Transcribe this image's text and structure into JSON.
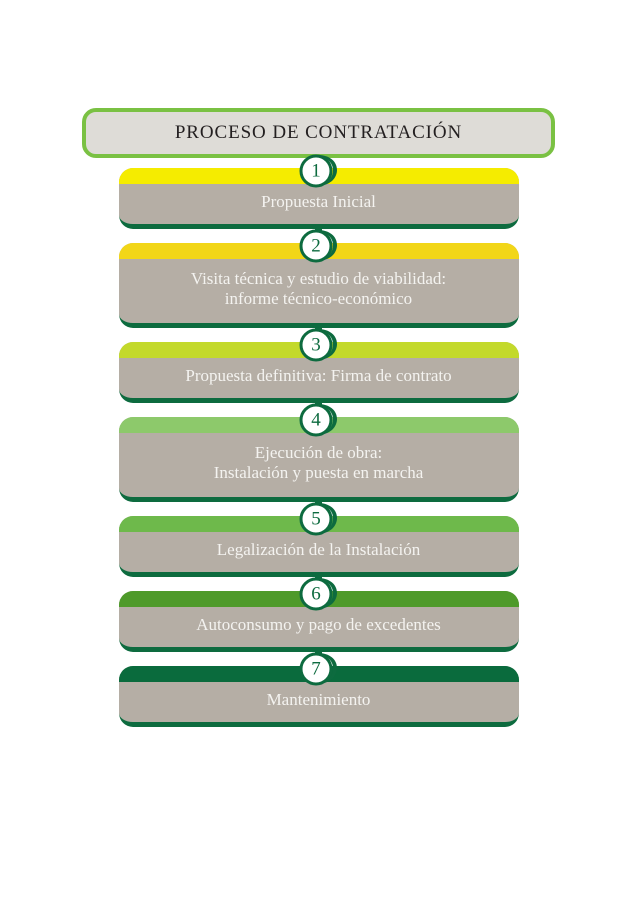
{
  "header": {
    "title": "PROCESO DE CONTRATACIÓN",
    "border_color": "#7ac143",
    "fill_color": "#dedcd7",
    "text_color": "#231f20"
  },
  "theme": {
    "box_fill": "#b5aea5",
    "box_edge": "#0d6b3f",
    "label_color": "#f4f3f0",
    "badge_ring": "#0d6b3f",
    "badge_fill": "#ffffff",
    "connector_color": "#0d6b3f"
  },
  "steps": [
    {
      "number": "1",
      "label": "Propuesta Inicial",
      "cap_color": "#f5ec00",
      "lines": 1
    },
    {
      "number": "2",
      "label": "Visita técnica y estudio de viabilidad:\ninforme técnico-económico",
      "cap_color": "#f2d618",
      "lines": 2
    },
    {
      "number": "3",
      "label": "Propuesta definitiva: Firma de contrato",
      "cap_color": "#c3d92b",
      "lines": 1
    },
    {
      "number": "4",
      "label": "Ejecución de obra:\nInstalación y puesta en marcha",
      "cap_color": "#8dc96b",
      "lines": 2
    },
    {
      "number": "5",
      "label": "Legalización de la Instalación",
      "cap_color": "#6eb94b",
      "lines": 1
    },
    {
      "number": "6",
      "label": "Autoconsumo y pago de excedentes",
      "cap_color": "#4e9a2a",
      "lines": 1
    },
    {
      "number": "7",
      "label": "Mantenimiento",
      "cap_color": "#0a6b3d",
      "lines": 1
    }
  ]
}
